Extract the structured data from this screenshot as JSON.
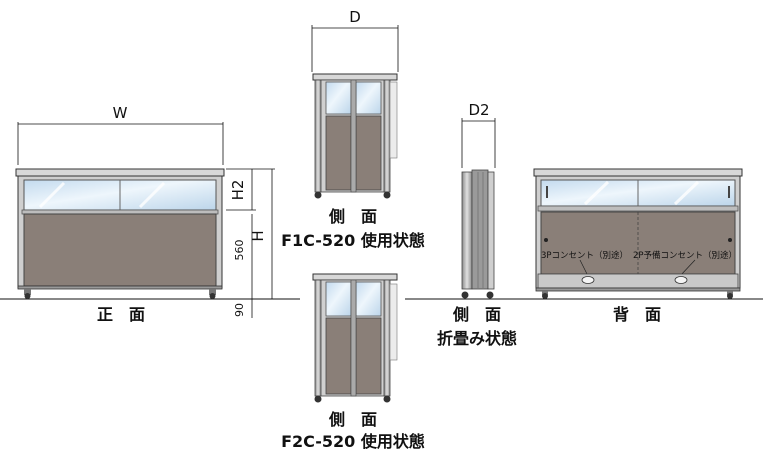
{
  "views": {
    "front": {
      "caption": "正　面"
    },
    "side_f1c": {
      "caption_1": "側　面",
      "caption_2": "F1C-520 使用状態"
    },
    "side_folded": {
      "caption_1": "側　面",
      "caption_2": "折畳み状態"
    },
    "side_f2c": {
      "caption_1": "側　面",
      "caption_2": "F2C-520 使用状態"
    },
    "back": {
      "caption": "背　面",
      "outlet_3p": "3Pコンセント（別途）",
      "outlet_2p": "2P予備コンセント（別途）"
    }
  },
  "dimensions": {
    "width": "W",
    "depth": "D",
    "depth_folded": "D2",
    "height": "H",
    "upper_height": "H2",
    "lower_panel_height": "560",
    "leg_height": "90"
  },
  "colors": {
    "panel": "#8a7f78",
    "glass": "#d6e7f4",
    "frame": "#c4c4c4",
    "frame_dark": "#555555"
  }
}
